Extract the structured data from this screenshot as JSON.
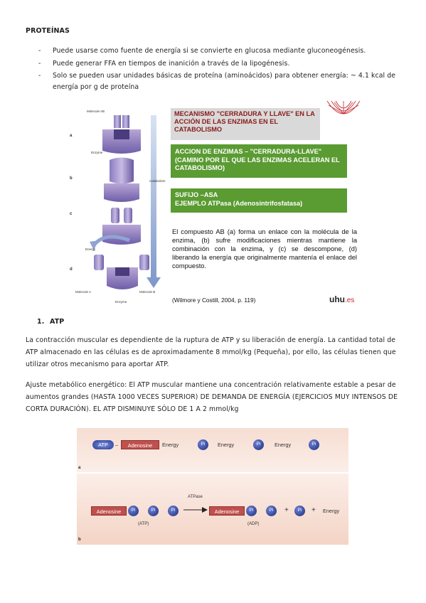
{
  "heading": "PROTEÍNAS",
  "bullets": [
    "Puede usarse como fuente de energía si se convierte en glucosa mediante gluconeogénesis.",
    " Puede generar FFA en tiempos de inanición a través de la lipogénesis.",
    " Solo se pueden usar unidades básicas de proteína (aminoácidos) para obtener energía: ~ 4.1 kcal de energía por g de proteína"
  ],
  "slide1": {
    "diagram_labels": {
      "molecule_ab": "Molecule AB",
      "enzyme_top": "Enzyme",
      "catabolism": "Catabolism",
      "energy": "Energy",
      "molecule_a": "Molecule A",
      "molecule_b": "Molecule B",
      "enzyme_bottom": "Enzyme",
      "step_a": "a",
      "step_b": "b",
      "step_c": "c",
      "step_d": "d"
    },
    "box_gray": "MECANISMO \"CERRADURA Y LLAVE\" EN LA ACCIÓN DE LAS ENZIMAS EN EL CATABOLISMO",
    "box_green1": "ACCION DE ENZIMAS – \"CERRADURA-LLAVE\" (CAMINO POR EL QUE LAS ENZIMAS ACELERAN EL CATABOLISMO)",
    "box_green2_line1": "SUFIJO –ASA",
    "box_green2_line2": "EJEMPLO ATPasa (Adenosintrifosfatasa)",
    "explanation": "El compuesto AB (a) forma un enlace con la molécula de la enzima, (b) sufre modificaciones mientras mantiene la combinación con la enzima, y (c) se descompone, (d) liberando la energía que originalmente mantenía el enlace del compuesto.",
    "citation": "(Wilmore y Costill, 2004, p. 119)",
    "logo_main": "uhu",
    "logo_suffix": ".es"
  },
  "section": {
    "number": "1.",
    "title": "ATP"
  },
  "paragraph1": "La contracción muscular es dependiente de la ruptura de ATP y su liberación de energía. La cantidad total de ATP almacenado en las células es de aproximadamente 8 mmol/kg (Pequeña), por ello, las células tienen que utilizar otros mecanismo para aportar ATP.",
  "paragraph2": "Ajuste metabólico energético: El ATP muscular mantiene una concentración relativamente estable a pesar de aumentos grandes (HASTA 1000 VECES SUPERIOR) DE DEMANDA DE ENERGÍA (EJERCICIOS MUY INTENSOS DE CORTA DURACIÓN). EL ATP DISMINUYE SÓLO DE 1 A 2 mmol/kg",
  "slide2": {
    "panel_a_label": "a",
    "panel_b_label": "b",
    "atp": "ATP",
    "adenosine": "Adenosine",
    "energy": "Energy",
    "pi": "Pi",
    "atpase": "ATPase",
    "plus": "+",
    "cap_atp": "(ATP)",
    "cap_adp": "(ADP)",
    "colors": {
      "adenosine_red": "#c0504d",
      "phosphate_blue": "#2a3c99",
      "arrow_red": "#e02020"
    }
  }
}
